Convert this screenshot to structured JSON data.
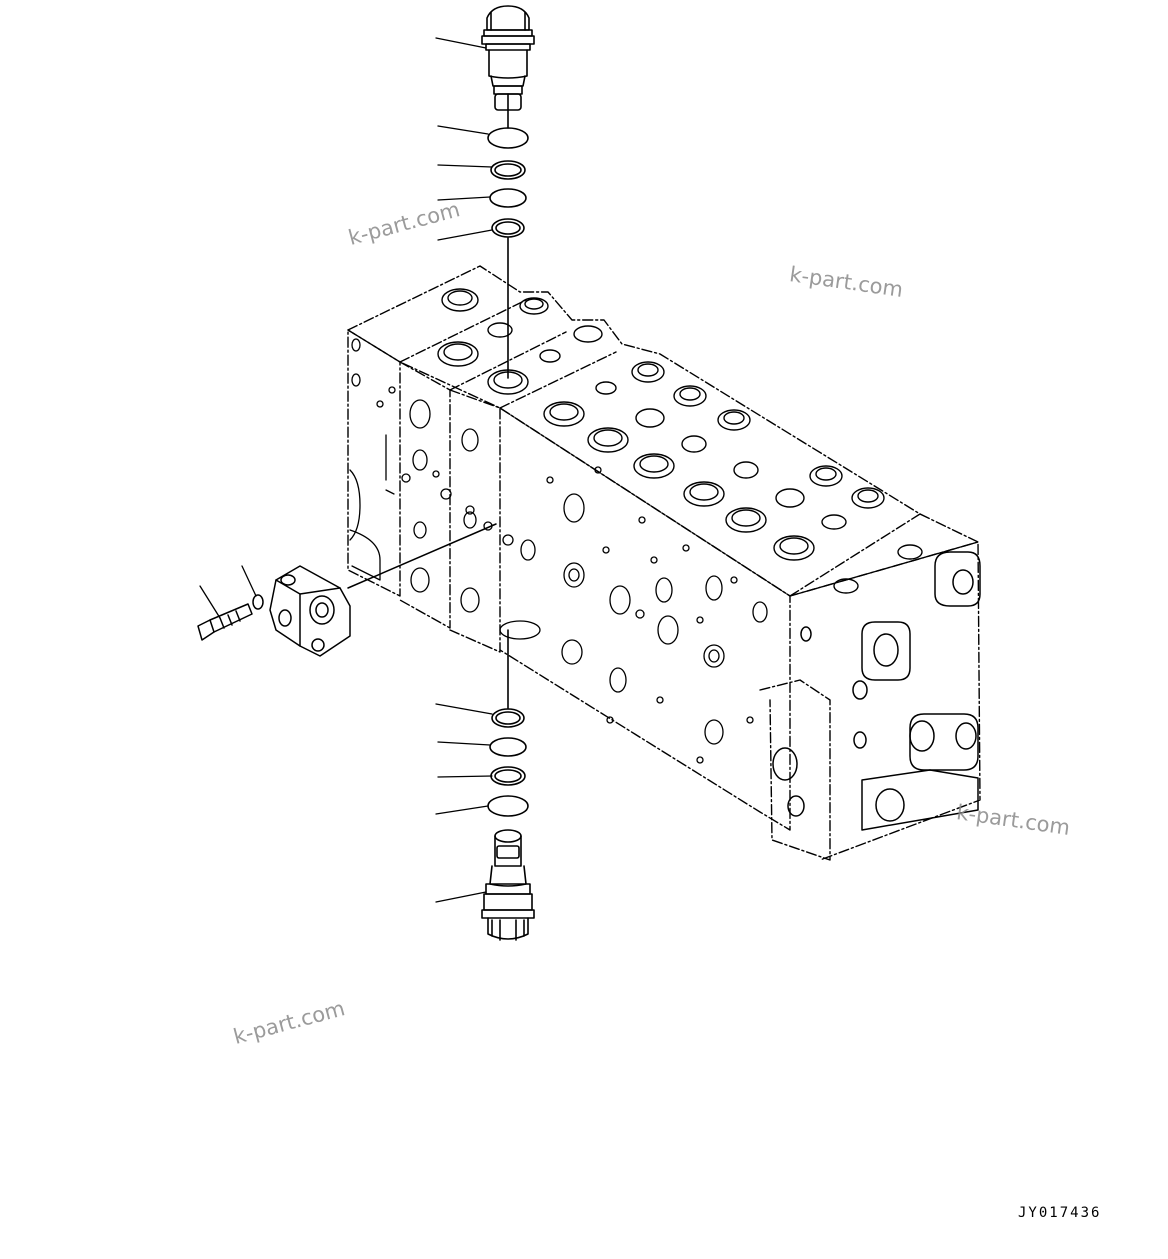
{
  "watermarks": [
    "k-part.com",
    "k-part.com",
    "k-part.com",
    "k-part.com"
  ],
  "drawing_code": "JY017436",
  "colors": {
    "line": "#000000",
    "background": "#ffffff",
    "watermark": "#8a8a8a"
  }
}
